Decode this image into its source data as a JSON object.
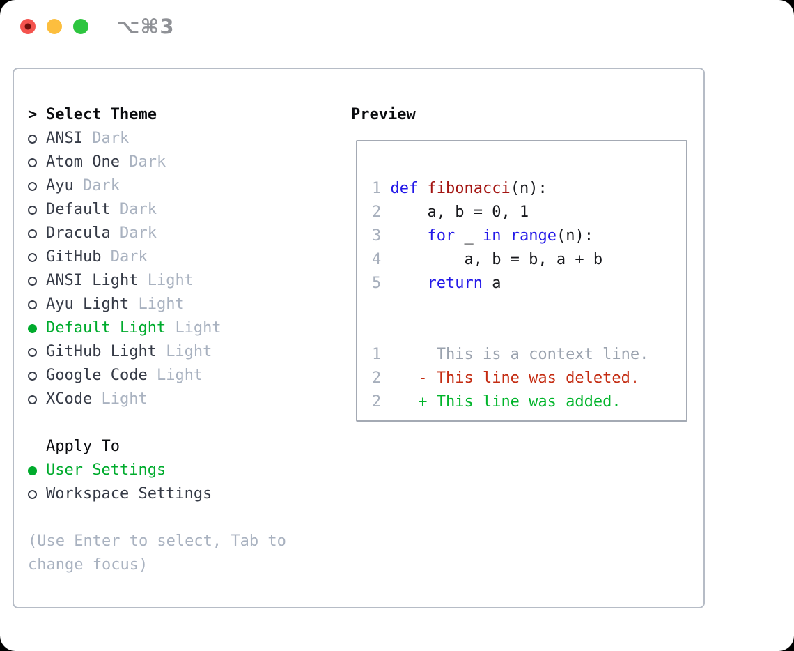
{
  "titlebar": {
    "shortcut": "⌥⌘3"
  },
  "left_panel": {
    "rows": [
      {
        "type": "header",
        "marker": ">",
        "label": "Select Theme"
      },
      {
        "type": "theme",
        "name": "ANSI",
        "variant": "Dark",
        "selected": false
      },
      {
        "type": "theme",
        "name": "Atom One",
        "variant": "Dark",
        "selected": false
      },
      {
        "type": "theme",
        "name": "Ayu",
        "variant": "Dark",
        "selected": false
      },
      {
        "type": "theme",
        "name": "Default",
        "variant": "Dark",
        "selected": false
      },
      {
        "type": "theme",
        "name": "Dracula",
        "variant": "Dark",
        "selected": false
      },
      {
        "type": "theme",
        "name": "GitHub",
        "variant": "Dark",
        "selected": false
      },
      {
        "type": "theme",
        "name": "ANSI Light",
        "variant": "Light",
        "selected": false
      },
      {
        "type": "theme",
        "name": "Ayu Light",
        "variant": "Light",
        "selected": false
      },
      {
        "type": "theme",
        "name": "Default Light",
        "variant": "Light",
        "selected": true
      },
      {
        "type": "theme",
        "name": "GitHub Light",
        "variant": "Light",
        "selected": false
      },
      {
        "type": "theme",
        "name": "Google Code",
        "variant": "Light",
        "selected": false
      },
      {
        "type": "theme",
        "name": "XCode",
        "variant": "Light",
        "selected": false
      },
      {
        "type": "spacer"
      },
      {
        "type": "subheader",
        "label": "Apply To"
      },
      {
        "type": "option",
        "name": "User Settings",
        "selected": true
      },
      {
        "type": "option",
        "name": "Workspace Settings",
        "selected": false
      },
      {
        "type": "spacer"
      },
      {
        "type": "hint",
        "text": "(Use Enter to select, Tab to"
      },
      {
        "type": "hint",
        "text": "change focus)"
      }
    ]
  },
  "preview": {
    "label": "Preview",
    "lines": [
      {
        "num": "1",
        "segments": [
          {
            "t": "def",
            "c": "kw"
          },
          {
            "t": " ",
            "c": "plain"
          },
          {
            "t": "fibonacci",
            "c": "fn"
          },
          {
            "t": "(n):",
            "c": "plain"
          }
        ]
      },
      {
        "num": "2",
        "segments": [
          {
            "t": "    a, b = 0, 1",
            "c": "plain"
          }
        ]
      },
      {
        "num": "3",
        "segments": [
          {
            "t": "    ",
            "c": "plain"
          },
          {
            "t": "for",
            "c": "kw"
          },
          {
            "t": " _ ",
            "c": "plain"
          },
          {
            "t": "in",
            "c": "kw"
          },
          {
            "t": " ",
            "c": "plain"
          },
          {
            "t": "range",
            "c": "kw"
          },
          {
            "t": "(n):",
            "c": "plain"
          }
        ]
      },
      {
        "num": "4",
        "segments": [
          {
            "t": "        a, b = b, a + b",
            "c": "plain"
          }
        ]
      },
      {
        "num": "5",
        "segments": [
          {
            "t": "    ",
            "c": "plain"
          },
          {
            "t": "return",
            "c": "kw"
          },
          {
            "t": " a",
            "c": "plain"
          }
        ]
      },
      {
        "num": "",
        "segments": []
      },
      {
        "num": "",
        "segments": []
      },
      {
        "num": "1",
        "segments": [
          {
            "t": "     This is a context line.",
            "c": "ctx"
          }
        ]
      },
      {
        "num": "2",
        "segments": [
          {
            "t": "   - This line was deleted.",
            "c": "del"
          }
        ]
      },
      {
        "num": "2",
        "segments": [
          {
            "t": "   + This line was added.",
            "c": "add"
          }
        ]
      }
    ]
  },
  "colors": {
    "selection_green": "#00ab2d",
    "added_green": "#00b42a",
    "deleted_red": "#c42c12",
    "keyword_blue": "#2318e8",
    "function_red": "#a31512",
    "muted_gray": "#a9b2c0",
    "tl_red": "#f4534e",
    "tl_red_dot": "#6e100c",
    "tl_yellow": "#fcbe3e",
    "tl_green": "#2dc53f"
  }
}
